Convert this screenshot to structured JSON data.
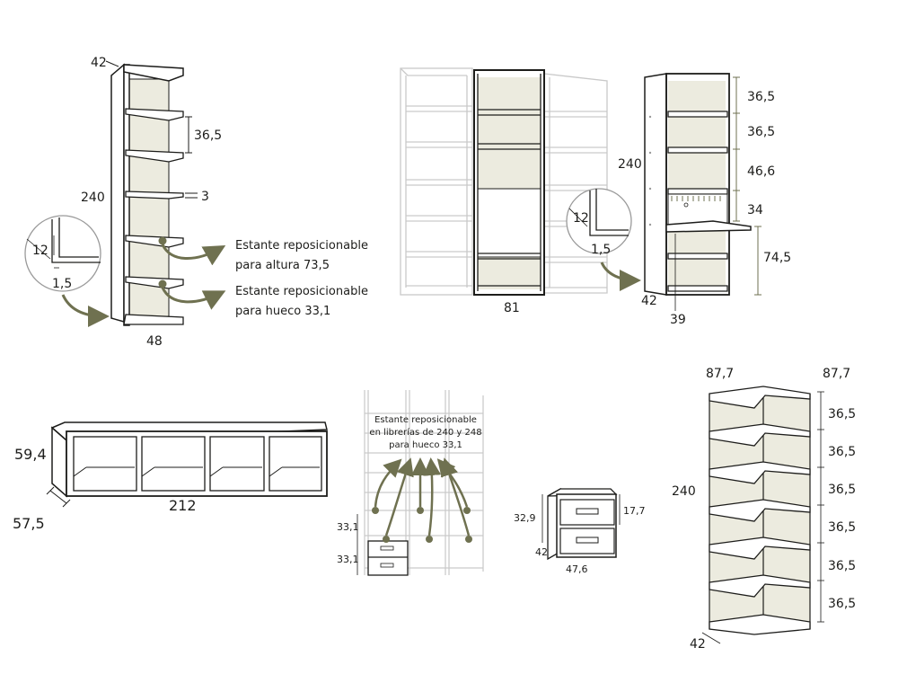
{
  "colors": {
    "line": "#1d1d1b",
    "panel": "#ecebdf",
    "ghost": "#c9c9c9",
    "arrow": "#6f7150"
  },
  "bookcase_1": {
    "depth": "42",
    "height": "240",
    "shelf_gap": "36,5",
    "shelf_thickness": "3",
    "width": "48",
    "detail_groove": "12",
    "detail_offset": "1,5",
    "note_1_line_1": "Estante reposicionable",
    "note_1_line_2": "para altura 73,5",
    "note_2_line_1": "Estante reposicionable",
    "note_2_line_2": "para hueco 33,1"
  },
  "bookcase_group": {
    "width": "81"
  },
  "bureau": {
    "height": "240",
    "detail_groove": "12",
    "detail_offset": "1,5",
    "gaps": [
      "36,5",
      "36,5",
      "46,6",
      "34"
    ],
    "desk_height": "74,5",
    "depth": "42",
    "flap_depth": "39"
  },
  "low_unit": {
    "height": "59,4",
    "width": "212",
    "depth": "57,5"
  },
  "library_note": {
    "line_1": "Estante reposicionable",
    "line_2": "en librerías de 240 y 248",
    "line_3": "para hueco 33,1",
    "drawer_1": "33,1",
    "drawer_2": "33,1"
  },
  "drawer_unit": {
    "height": "32,9",
    "drawer_height": "17,7",
    "depth": "42",
    "width": "47,6"
  },
  "corner_unit": {
    "width_left": "87,7",
    "width_right": "87,7",
    "height": "240",
    "depth": "42",
    "gaps": [
      "36,5",
      "36,5",
      "36,5",
      "36,5",
      "36,5",
      "36,5"
    ]
  }
}
